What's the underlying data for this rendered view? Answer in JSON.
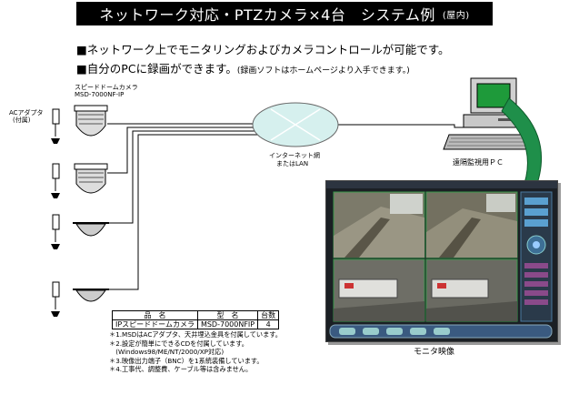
{
  "title": {
    "main": "ネットワーク対応・PTZカメラ×4台　システム例",
    "sub": "(屋内)"
  },
  "bullets": [
    "■ネットワーク上でモニタリングおよびカメラコントロールが可能です。",
    "■自分のPCに録画ができます。"
  ],
  "bullet_note": "(録画ソフトはホームページより入手できます。)",
  "labels": {
    "camera_name": "スピードドームカメラ",
    "camera_model": "MSD-7000NF-IP",
    "adapter_line1": "ACアダプタ",
    "adapter_line2": "(付属)",
    "network_line1": "インターネット網",
    "network_line2": "またはLAN",
    "pc": "遠隔監視用ＰＣ",
    "monitor_caption": "モニタ映像"
  },
  "table": {
    "headers": [
      "品　名",
      "型　名",
      "台数"
    ],
    "rows": [
      [
        "IPスピードドームカメラ",
        "MSD-7000NFIP",
        "4"
      ]
    ]
  },
  "notes": [
    "＊1.MSDはACアダプタ、天井埋込金具を付属しています。",
    "＊2.設定が簡単にできるCDを付属しています。",
    "　(Windows98/ME/NT/2000/XP対応)",
    "＊3.映像出力端子（BNC）を1系統装備しています。",
    "＊4.工事代、調整費、ケーブル等は含みません。"
  ],
  "colors": {
    "title_bg": "#000000",
    "network_fill": "#d6f0ee",
    "pc_screen": "#1e9a3a",
    "arrow": "#1f8f4a"
  }
}
